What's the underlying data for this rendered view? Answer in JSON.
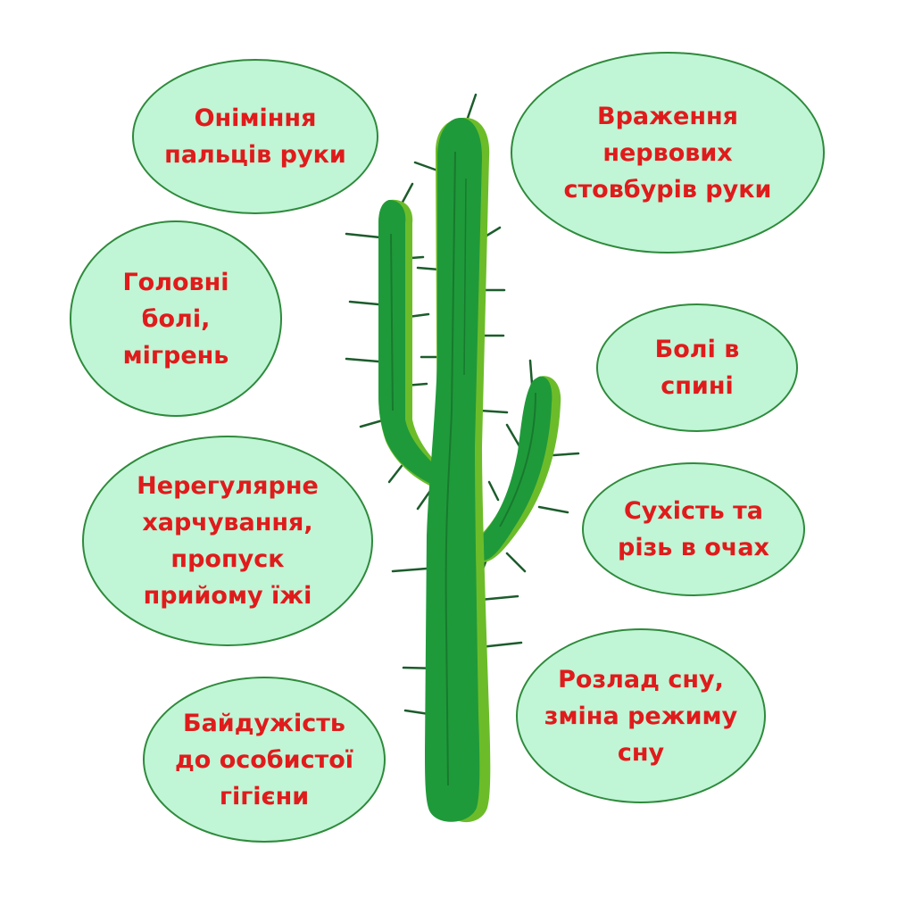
{
  "colors": {
    "bubble_fill": "#c0f5d6",
    "bubble_border": "#2f8a3c",
    "text": "#e01b1b",
    "cactus_dark": "#1f9a3a",
    "cactus_light": "#6cbc2a",
    "spine": "#1c5c2c"
  },
  "bubbles": [
    {
      "id": "numb-fingers",
      "text": "Оніміння\nпальців руки"
    },
    {
      "id": "headache",
      "text": "Головні\nболі,\nмігрень"
    },
    {
      "id": "irregular-eating",
      "text": "Нерегулярне\nхарчування,\nпропуск\nприйому їжі"
    },
    {
      "id": "hygiene",
      "text": "Байдужість\nдо особистої\nгігієни"
    },
    {
      "id": "nerve-damage",
      "text": "Враження\nнервових\nстовбурів руки"
    },
    {
      "id": "back-pain",
      "text": "Болі в\nспині"
    },
    {
      "id": "dry-eyes",
      "text": "Сухість та\nрізь в очах"
    },
    {
      "id": "sleep-disorder",
      "text": "Розлад сну,\nзміна режиму\nсну"
    }
  ],
  "illustration": {
    "icon": "cactus-icon"
  }
}
